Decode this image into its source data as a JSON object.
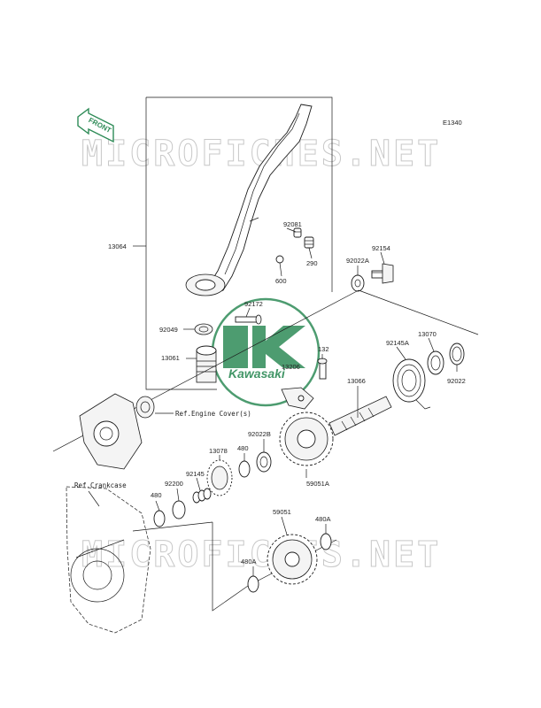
{
  "diagram": {
    "code": "E1340",
    "front_label": "FRONT",
    "logo_text": "Kawasaki",
    "watermark": "MICROFICHES.NET",
    "refs": {
      "engine_cover": "Ref.Engine Cover(s)",
      "crankcase": "Ref.Crankcase"
    },
    "parts": {
      "p13064": "13064",
      "p92081": "92081",
      "p290": "290",
      "p92154": "92154",
      "p92022A": "92022A",
      "p600": "600",
      "p92172": "92172",
      "p92049": "92049",
      "p13061": "13061",
      "p132": "132",
      "p13206": "13206",
      "p92145A": "92145A",
      "p13070": "13070",
      "p92022": "92022",
      "p13066": "13066",
      "p92022B": "92022B",
      "p480_top": "480",
      "p13078": "13078",
      "p59051A": "59051A",
      "p92145": "92145",
      "p92200": "92200",
      "p480_left": "480",
      "p59051": "59051",
      "p480A_right": "480A",
      "p480A_left": "480A"
    }
  },
  "colors": {
    "brand_green": "#2e8b57",
    "line": "#1a1a1a",
    "watermark": "#c8c8c8"
  }
}
